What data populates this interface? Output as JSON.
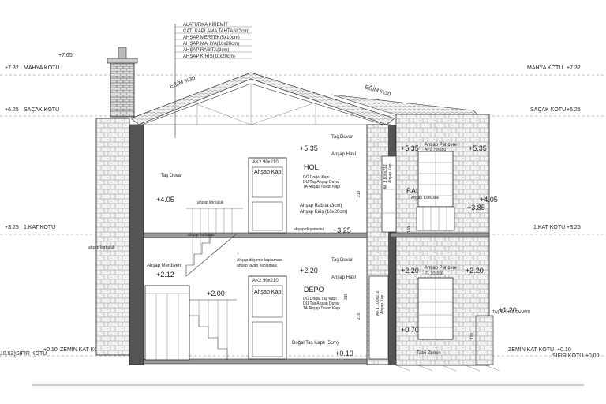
{
  "materials": [
    "ALATURKA KİREMİT",
    "ÇATI KAPLAMA TAHTASI(3cm)",
    "AHŞAP MERTEK(5x10cm)",
    "AHŞAP MAHYA(10x20cm)",
    "AHŞAP RABITA(3cm)",
    "AHŞAP KİRİŞ(10x20cm)"
  ],
  "slope_left": "EĞİM %30",
  "slope_right": "EĞİM %30",
  "levels": {
    "mahya_label": "MAHYA KOTU",
    "mahya_value": "+7.32",
    "chimney_top": "+7.65",
    "sacak_label": "SAÇAK KOTU",
    "sacak_value": "+6.25",
    "kat_label": "1.KAT KOTU",
    "kat_value": "+3.25",
    "sifir_label": "SIFIR KOTU",
    "sifir_left": "±0.62)",
    "sifir_right": "±0,00",
    "zemin_label": "ZEMİN KAT KOTU",
    "zemin_value": "+0.10"
  },
  "rooms": {
    "hol": "HOL",
    "depo": "DEPO",
    "balkon": "BALKON",
    "door_upper": "AK2 90x210",
    "door_upper_name": "Ahşap Kapı",
    "door_lower": "AK2 90x210",
    "door_lower_name": "Ahşap Kapı",
    "upper_notes": [
      "DÖ Doğal Kapı",
      "DU Taş Ahşap Duvar",
      "TA Ahşap Tavan Kapı"
    ],
    "lower_notes": [
      "DÖ Doğal Taş Kapı",
      "DU Taş Ahşap Duvar",
      "TA Ahşap Tavan Kapı"
    ]
  },
  "elev": {
    "up535": "+5.35",
    "up535b": "+5.35",
    "up535c": "+5.35",
    "up405": "+4.05",
    "up405b": "+4.05",
    "up385": "+3.85",
    "up325": "+3.25",
    "up212": "+2.12",
    "up220": "+2.20",
    "up220b": "+2.20",
    "up220c": "+2.20",
    "up200": "+2.00",
    "up070": "+0.70",
    "up120": "+1.20",
    "up010": "+0.10"
  },
  "notes": {
    "tas_duvar_l": "Taş Duvar",
    "tas_duvar_1": "Taş Duvar",
    "tas_duvar_2": "Taş Duvar",
    "ahsap_hatil": "Ahşap Hatıl",
    "ahsap_hatil2": "Ahşap Hatıl",
    "ahsap_rabita": "Ahşap Rabıta (3cm)",
    "ahsap_kiris": "Ahşap Kiriş (10x20cm)",
    "ahsap_dosemeler": "ahşap döşemeler",
    "ahsap_merdiven": "Ahşap Merdiven",
    "ahsap_korkuluk": "ahşap korkuluk",
    "ahsap_korkuluk2": "ahşap korkuluk",
    "ahsap_korkuluk3": "ahşap korkuluk",
    "ahsap_doseme_kaplama": "Ahşap döşeme kaplaması",
    "ahsap_tavan": "ahşap tavan kaplaması",
    "ahsap_pencere": "Ahşap Pencere",
    "ahsap_pencere2": "Ahşap Pencere",
    "pencere_top": "AP2 70x150",
    "pencere_bot": "P1 90x150",
    "dogal_tas": "Doğal Taş Kaplı (5cm)",
    "tas_bahce": "TAŞ BAHÇE DUVARI",
    "tabii_zemin": "Tabii Zemin",
    "ak1_a": "AK 1 100x210",
    "ak1_b": "AK 1 100x210",
    "ahsap_kapi_a": "Ahşap Kapı",
    "ahsap_kapi_b": "Ahşap Kapı",
    "ahsap_korkuluk_v": "Ahşap Korkuluk",
    "dim_210a": "210",
    "dim_210b": "210",
    "dim_315": "315",
    "dim_190": "190",
    "dim_120": "120"
  }
}
